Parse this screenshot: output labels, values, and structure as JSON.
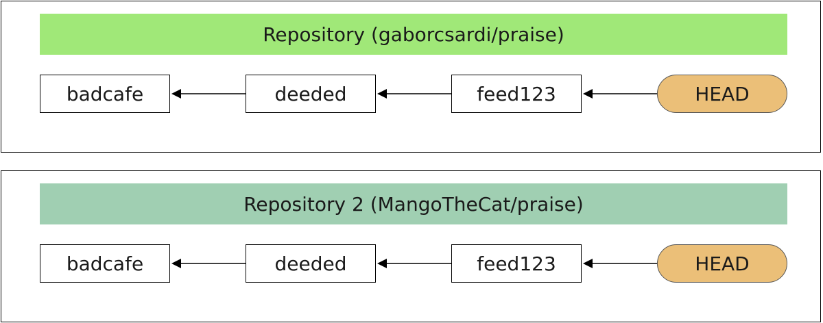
{
  "colors": {
    "repo_1_title_bg": "#a0e878",
    "repo_2_title_bg": "#a0cfb2",
    "head_bg": "#ebbf78"
  },
  "repositories": [
    {
      "title": "Repository (gaborcsardi/praise)",
      "commits": [
        "badcafe",
        "deeded",
        "feed123"
      ],
      "head": "HEAD"
    },
    {
      "title": "Repository 2 (MangoTheCat/praise)",
      "commits": [
        "badcafe",
        "deeded",
        "feed123"
      ],
      "head": "HEAD"
    }
  ]
}
